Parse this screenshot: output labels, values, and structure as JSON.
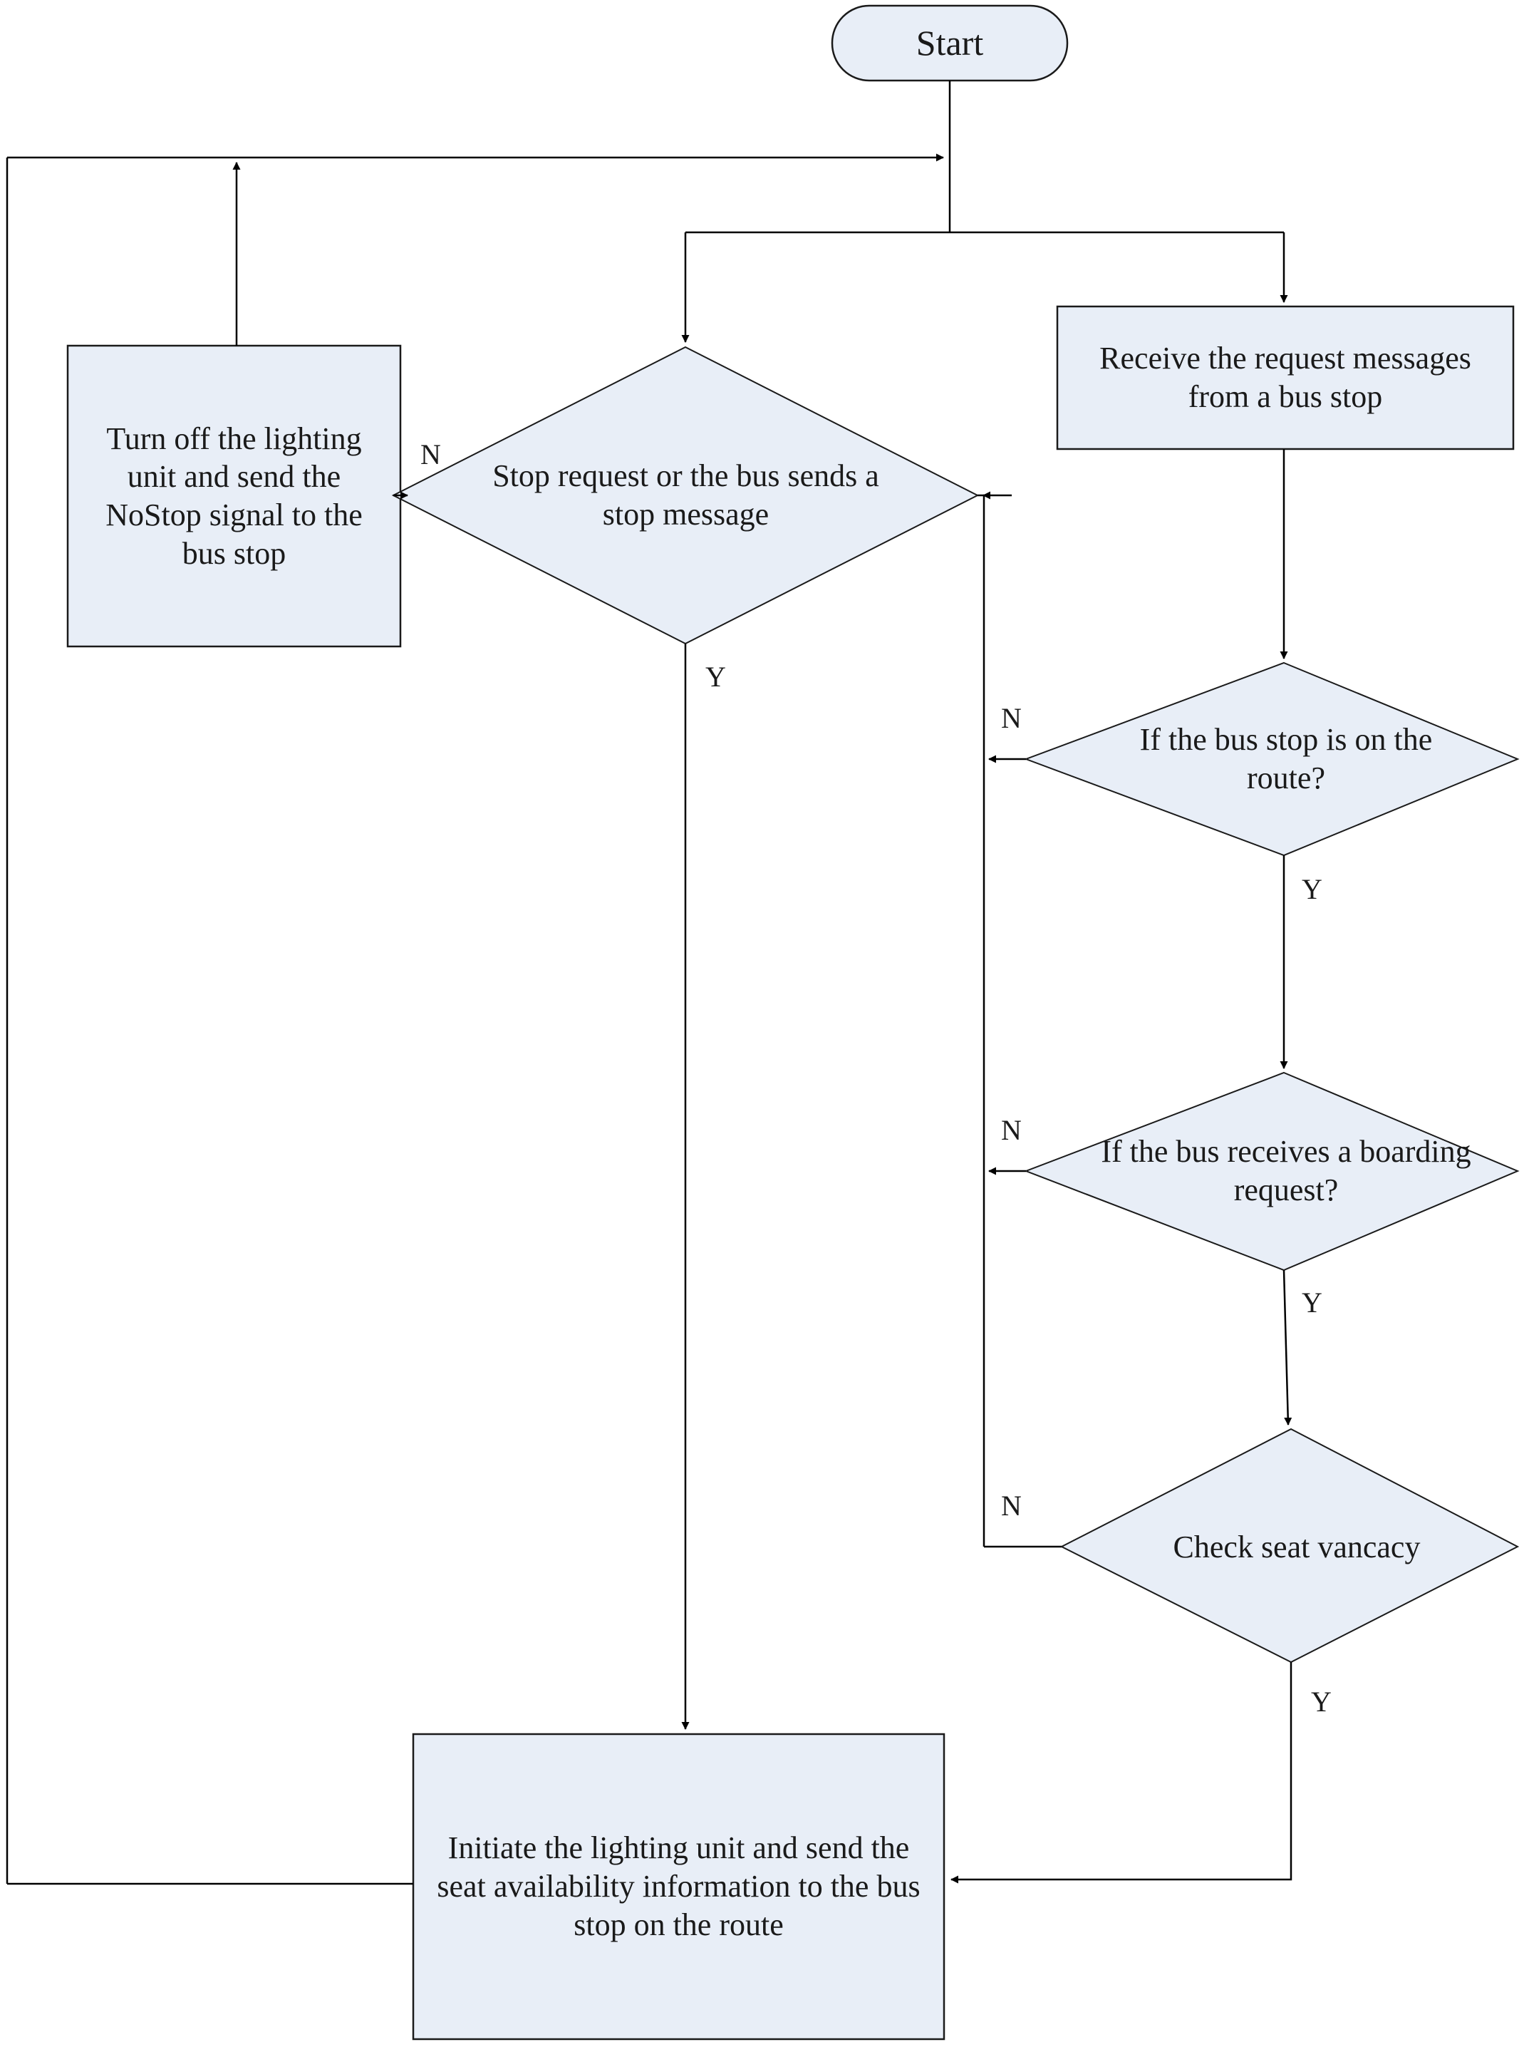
{
  "diagram": {
    "title": "Bus stop request handling flowchart",
    "colors": {
      "node_fill": "#e8eef7",
      "node_stroke": "#1a1a1a",
      "edge_stroke": "#000000",
      "text": "#1a1a1a",
      "background": "#ffffff"
    },
    "nodes": {
      "start": {
        "id": "start",
        "shape": "terminator",
        "label": "Start"
      },
      "turn_off": {
        "id": "turn-off-lighting",
        "shape": "process",
        "label": "Turn off the lighting unit and send the NoStop signal to the bus stop"
      },
      "stop_request": {
        "id": "stop-request-decision",
        "shape": "decision",
        "label": "Stop request or the bus sends a stop message"
      },
      "receive": {
        "id": "receive-request-messages",
        "shape": "process",
        "label": "Receive the request messages from a bus stop"
      },
      "on_route": {
        "id": "bus-stop-on-route-decision",
        "shape": "decision",
        "label": "If the bus stop is on the route?"
      },
      "boarding": {
        "id": "boarding-request-decision",
        "shape": "decision",
        "label": "If the bus receives a boarding request?"
      },
      "seat_vacancy": {
        "id": "check-seat-vancacy-decision",
        "shape": "decision",
        "label": "Check seat vancacy"
      },
      "initiate": {
        "id": "initiate-lighting-unit",
        "shape": "process",
        "label": "Initiate the lighting unit and send the seat availability information to the bus stop on the route"
      }
    },
    "edge_labels": {
      "stop_request_no": "N",
      "stop_request_yes": "Y",
      "on_route_no": "N",
      "on_route_yes": "Y",
      "boarding_no": "N",
      "boarding_yes": "Y",
      "seat_vacancy_no": "N",
      "seat_vacancy_yes": "Y"
    }
  }
}
